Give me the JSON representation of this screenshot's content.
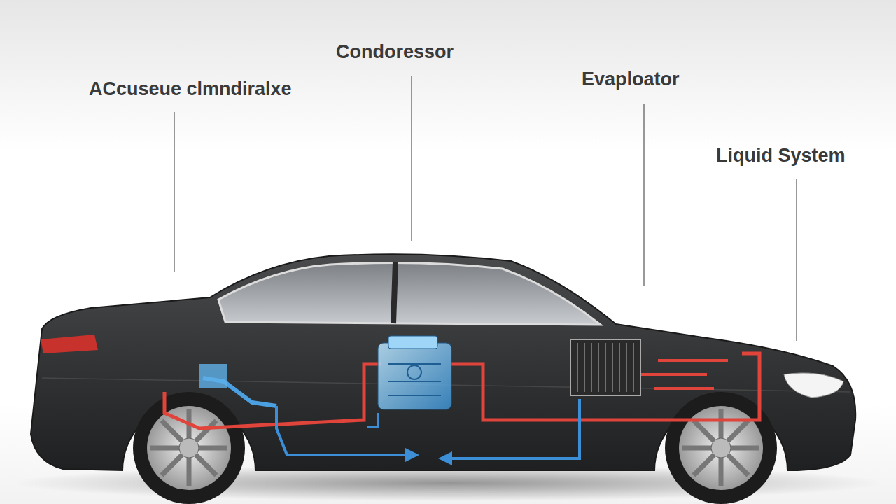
{
  "diagram": {
    "labels": [
      "ACcuseue clmndiralxe",
      "Condoressor",
      "Evaploator",
      "Liquid System"
    ]
  }
}
